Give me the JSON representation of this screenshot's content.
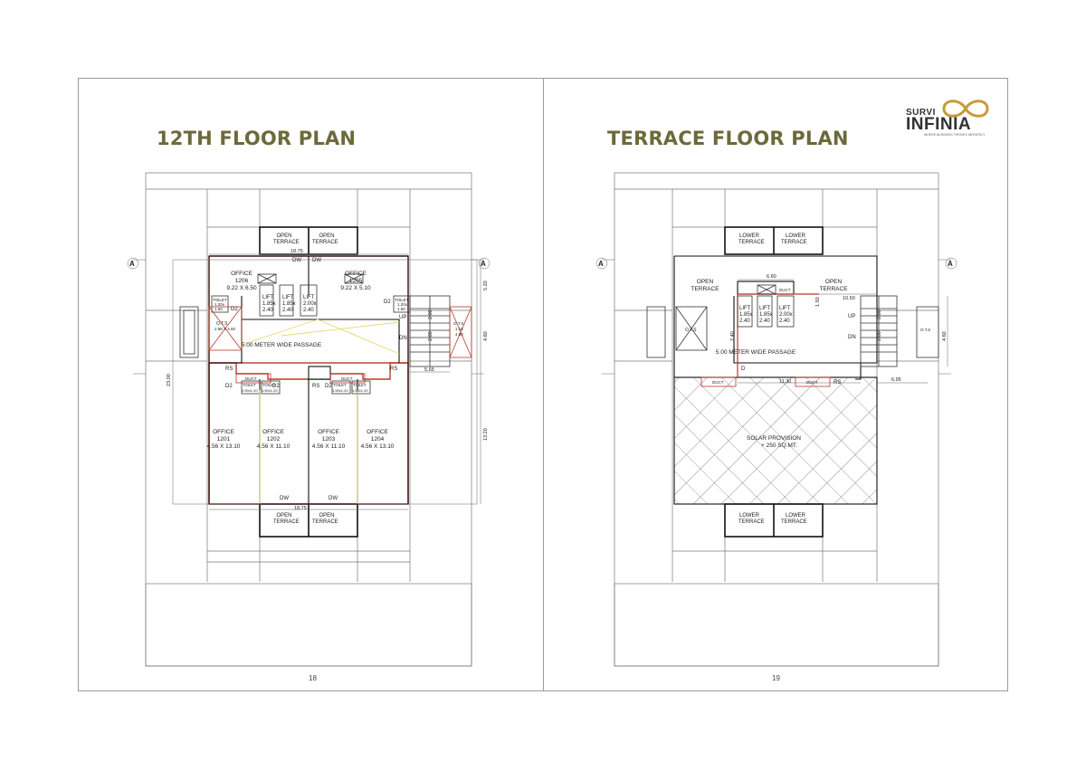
{
  "left_page": {
    "title": "12TH FLOOR PLAN",
    "page_number": "18",
    "labels": {
      "open_terrace_1": "OPEN",
      "open_terrace_1b": "TERRACE",
      "open_terrace_2": "OPEN",
      "open_terrace_2b": "TERRACE",
      "open_terrace_3": "OPEN",
      "open_terrace_3b": "TERRACE",
      "open_terrace_4": "OPEN",
      "open_terrace_4b": "TERRACE",
      "dim_top": "18.75",
      "dim_bottom": "18.75",
      "dw_1": "DW",
      "dw_2": "DW",
      "dw_3": "DW",
      "dw_4": "DW",
      "office_1206": "OFFICE",
      "office_1206_num": "1206",
      "office_1206_size": "9.22 X 6.50",
      "office_1205": "OFFICE",
      "office_1205_num": "1205",
      "office_1205_size": "9.22 X 5.10",
      "toilet_l": "TOILET",
      "toilet_l_size1": "1.20x",
      "toilet_l_size2": "1.50",
      "toilet_r": "TOILET",
      "toilet_r_size1": "1.20x",
      "toilet_r_size2": "1.50",
      "d2_1": "D2",
      "d2_2": "D2",
      "d2_3": "D2",
      "d2_4": "D2",
      "d2_5": "D2",
      "lift_1": "LIFT",
      "lift_1_a": "1.85x",
      "lift_1_b": "2.40",
      "lift_2": "LIFT",
      "lift_2_a": "1.85x",
      "lift_2_b": "2.40",
      "lift_3": "LIFT",
      "lift_3_a": "2.00x",
      "lift_3_b": "2.40",
      "up": "UP",
      "dn": "DN",
      "ots_l": "O.T.S",
      "ots_l_size": "2.98 X 4.60",
      "ots_r": "O.T.S",
      "ots_r_size1": "1.15",
      "ots_r_size2": "4.60",
      "passage": "5.00 METER WIDE PASSAGE",
      "rs_1": "RS",
      "rs_2": "RS",
      "rs_3": "RS",
      "duct_1": "DUCT",
      "duct_2": "DUCT",
      "toilet_b1": "TOILET",
      "toilet_b1_size": "1.50x1.20",
      "toilet_b2": "TOILET",
      "toilet_b2_size": "1.50x1.20",
      "toilet_b3": "TOILET",
      "toilet_b3_size": "1.50x1.20",
      "toilet_b4": "TOILET",
      "toilet_b4_size": "1.50x1.20",
      "office_1201": "OFFICE",
      "office_1201_num": "1201",
      "office_1201_size": "4.56 X 13.10",
      "office_1202": "OFFICE",
      "office_1202_num": "1202",
      "office_1202_size": "4.56 X 11.10",
      "office_1203": "OFFICE",
      "office_1203_num": "1203",
      "office_1203_size": "4.56 X 11.10",
      "office_1204": "OFFICE",
      "office_1204_num": "1204",
      "office_1204_size": "4.56 X 13.10",
      "dim_23": "23.00",
      "dim_520": "5.20",
      "dim_460": "4.60",
      "dim_1320": "13.20",
      "dim_200a": "2.00",
      "dim_200b": "2.00",
      "dim_565": "5.65",
      "section_a1": "A",
      "section_a2": "A"
    }
  },
  "right_page": {
    "title": "TERRACE FLOOR PLAN",
    "page_number": "19",
    "logo": {
      "brand_top": "SURVI",
      "brand_main": "INFINIA",
      "tagline": "WHERE BUSINESS THRIVES INFINITELY"
    },
    "labels": {
      "lower_terrace_1": "LOWER",
      "lower_terrace_1b": "TERRACE",
      "lower_terrace_2": "LOWER",
      "lower_terrace_2b": "TERRACE",
      "lower_terrace_3": "LOWER",
      "lower_terrace_3b": "TERRACE",
      "lower_terrace_4": "LOWER",
      "lower_terrace_4b": "TERRACE",
      "open_terrace_1": "OPEN",
      "open_terrace_1b": "TERRACE",
      "open_terrace_2": "OPEN",
      "open_terrace_2b": "TERRACE",
      "dim_660": "6.60",
      "duct": "DUCT",
      "dim_150": "1.50",
      "dim_1050": "10.50",
      "lift_1": "LIFT",
      "lift_1_a": "1.85x",
      "lift_1_b": "2.40",
      "lift_2": "LIFT",
      "lift_2_a": "1.85x",
      "lift_2_b": "2.40",
      "lift_3": "LIFT",
      "lift_3_a": "2.00x",
      "lift_3_b": "2.40",
      "up": "UP",
      "dn": "DN",
      "ots_l": "O.T.S",
      "ots_r": "O.T.S",
      "dim_740": "7.40",
      "passage": "5.00 METER WIDE PASSAGE",
      "d": "D",
      "duct_b1": "DUCT",
      "duct_b2": "DUCT",
      "dim_1130": "11.30",
      "rs": "RS",
      "dim_695": "6.95",
      "dim_200a": "2.00",
      "dim_200b": "2.00",
      "dim_460": "4.60",
      "solar": "SOLAR PROVISION",
      "solar_area": "+ 250 SQ.MT.",
      "section_a1": "A",
      "section_a2": "A"
    }
  }
}
